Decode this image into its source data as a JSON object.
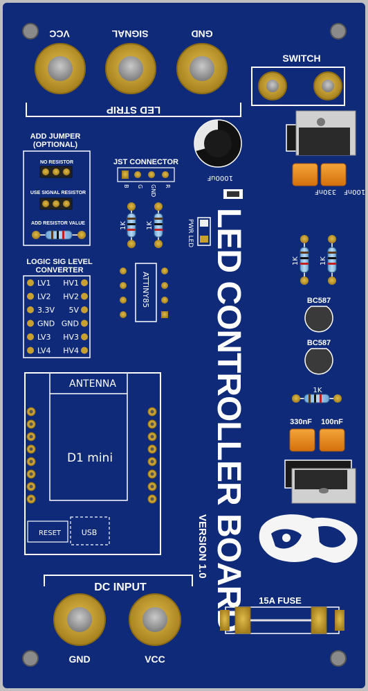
{
  "colors": {
    "board": "#0f2a78",
    "board_edge": "#0a1f5c",
    "copper": "#c8a032",
    "silk": "#ffffff",
    "capacitor": "#e88a1a"
  },
  "board": {
    "title": "LED CONTROLLER BOARD",
    "version": "VERSION 1.0",
    "mirrored_image_mark": "decorative-artwork"
  },
  "led_strip": {
    "label": "LED STRIP",
    "pads": [
      "VCC",
      "SIGNAL",
      "GND"
    ]
  },
  "switch": {
    "label": "SWITCH"
  },
  "jumper": {
    "title_line1": "ADD JUMPER",
    "title_line2": "(OPTIONAL)",
    "no_resistor": "NO RESISTOR",
    "use_signal_resistor": "USE SIGNAL RESISTOR",
    "add_resistor_value": "ADD RESISTOR VALUE"
  },
  "jst": {
    "label": "JST CONNECTOR",
    "pins": [
      "B",
      "G",
      "GND",
      "R"
    ]
  },
  "capacitor_big": {
    "label": "1000uF"
  },
  "resistors": {
    "r1": "1K",
    "r2": "1K",
    "r3": "1K",
    "r4": "1K",
    "r5": "1K"
  },
  "pwr_led": {
    "label": "PWR LED"
  },
  "attiny": {
    "label": "ATTINY85"
  },
  "level_shifter": {
    "title_line1": "LOGIC SIG LEVEL",
    "title_line2": "CONVERTER",
    "left": [
      "LV1",
      "LV2",
      "3.3V",
      "GND",
      "LV3",
      "LV4"
    ],
    "right": [
      "HV1",
      "HV2",
      "5V",
      "GND",
      "HV3",
      "HV4"
    ]
  },
  "d1mini": {
    "antenna": "ANTENNA",
    "name": "D1 mini",
    "reset": "RESET",
    "usb": "USB"
  },
  "transistors": [
    "BC587",
    "BC587"
  ],
  "caps_top": [
    "330nF",
    "100nF"
  ],
  "caps_bottom": [
    "330nF",
    "100nF"
  ],
  "dc_input": {
    "label": "DC INPUT",
    "pads": [
      "GND",
      "VCC"
    ]
  },
  "fuse": {
    "label": "15A FUSE"
  }
}
